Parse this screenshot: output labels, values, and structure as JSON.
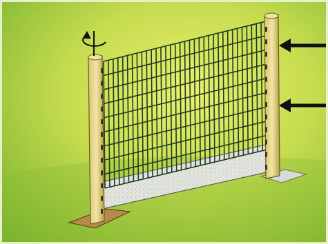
{
  "scene": {
    "subject": "fence-panel-installation",
    "background_color_light": "#dbe85a",
    "background_color_dark": "#6fae2a",
    "post_color": "#e6d889",
    "post_shadow_color": "#b8a24a",
    "mesh_color": "#1f3a22",
    "concrete_plate_color": "#d9ddd6",
    "base_slab_color": "#b58a4a",
    "arrow_color": "#111111"
  },
  "annotations": {
    "rotation_symbol": "rotation-arrow",
    "pointer_arrows": 2
  }
}
